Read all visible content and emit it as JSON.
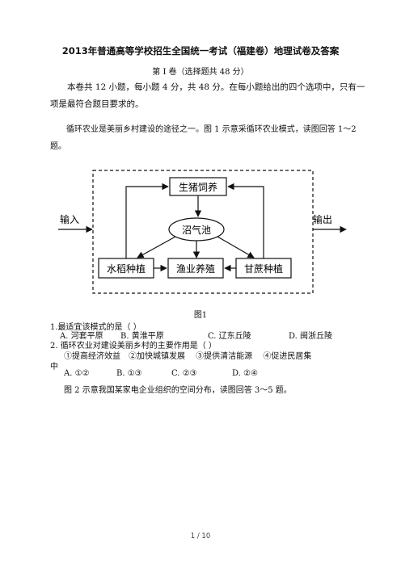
{
  "doc": {
    "title": "2013年普通高等学校招生全国统一考试（福建卷）地理试卷及答案",
    "section": "第 I 卷（选择题共 48 分）",
    "intro": "本卷共 12 小题，每小题 4 分，共 48 分。在每小题给出的四个选项中，只有一项是最符合题目要求的。",
    "lead": "循环农业是美丽乡村建设的途径之一。图 1 示意采循环农业模式，读图回答 1～2 题。",
    "figure_caption": "图1",
    "q1": "1.最适宜该模式的是（     ）",
    "q1_options": [
      "A. 河套平原",
      "B. 黄淮平原",
      "C. 辽东丘陵",
      "D. 闽浙丘陵"
    ],
    "q2": "2. 循环农业对建设美丽乡村的主要作用是（     ）",
    "q2_items": "①提高经济效益　②加快城镇发展　 ③提供清洁能源　 ④促进民居集",
    "q2_items_cont": "中",
    "q2_options": [
      "A. ①②",
      "B. ①③",
      "C. ②③",
      "D. ②④"
    ],
    "lead2": "图 2 示意我国某家电企业组织的空间分布，读图回答 3～5 题。",
    "page_num": "1 / 10"
  },
  "diagram": {
    "input": "输入",
    "output": "输出",
    "pig": "生猪饲养",
    "biogas": "沼气池",
    "rice": "水稻种植",
    "fish": "渔业养殖",
    "cane": "甘蔗种植"
  }
}
